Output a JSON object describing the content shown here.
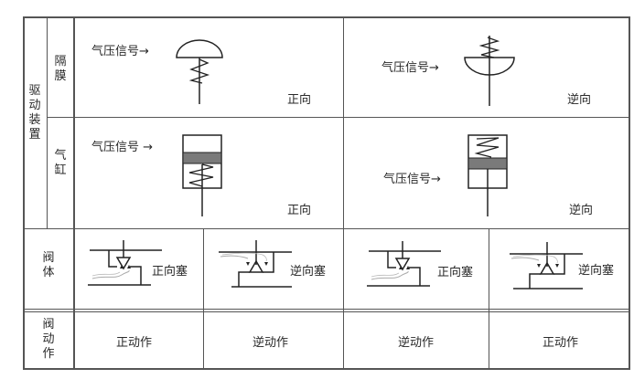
{
  "table": {
    "row_headers": {
      "drive_device": "驱动装置",
      "diaphragm": "隔膜",
      "cylinder": "气缸",
      "valve_body": "阀体",
      "valve_action": "阀动作"
    },
    "diaphragm_row": {
      "left": {
        "signal_label": "气压信号→",
        "direction": "正向"
      },
      "right": {
        "signal_label": "气压信号→",
        "direction": "逆向"
      }
    },
    "cylinder_row": {
      "left": {
        "signal_label": "气压信号 →",
        "direction": "正向"
      },
      "right": {
        "signal_label": "气压信号→",
        "direction": "逆向"
      }
    },
    "valve_body_row": [
      {
        "label": "正向塞",
        "type": "forward-plug"
      },
      {
        "label": "逆向塞",
        "type": "reverse-plug"
      },
      {
        "label": "正向塞",
        "type": "forward-plug"
      },
      {
        "label": "逆向塞",
        "type": "reverse-plug"
      }
    ],
    "valve_action_row": [
      {
        "label": "正动作"
      },
      {
        "label": "逆动作"
      },
      {
        "label": "逆动作"
      },
      {
        "label": "正动作"
      }
    ]
  },
  "colors": {
    "grid": "#555555",
    "piston": "#7a7a7a",
    "text": "#2a2a2a"
  }
}
